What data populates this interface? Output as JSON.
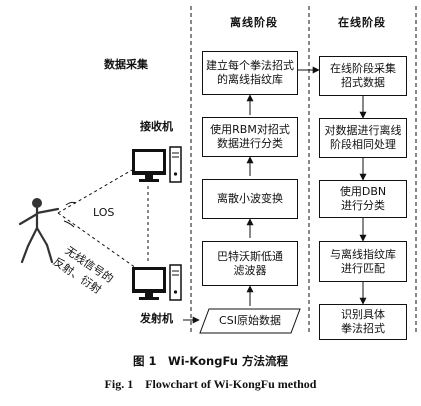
{
  "stages": {
    "offline": "离线阶段",
    "online": "在线阶段"
  },
  "left": {
    "data_collection": "数据采集",
    "receiver": "接收机",
    "los": "LOS",
    "wireless_line1": "无线信号的",
    "wireless_line2": "反射、衍射",
    "transmitter": "发射机"
  },
  "offline_boxes": [
    "建立每个拳法招式\n的离线指纹库",
    "使用RBM对招式\n数据进行分类",
    "离散小波变换",
    "巴特沃斯低通\n滤波器",
    "CSI原始数据"
  ],
  "online_boxes": [
    "在线阶段采集\n招式数据",
    "对数据进行离线\n阶段相同处理",
    "使用DBN\n进行分类",
    "与离线指纹库\n进行匹配",
    "识别具体\n拳法招式"
  ],
  "caption": {
    "cn": "图 1　Wi-KongFu 方法流程",
    "en": "Fig. 1　Flowchart of Wi-KongFu method"
  },
  "icons": [
    "computer-icon",
    "person-icon"
  ]
}
